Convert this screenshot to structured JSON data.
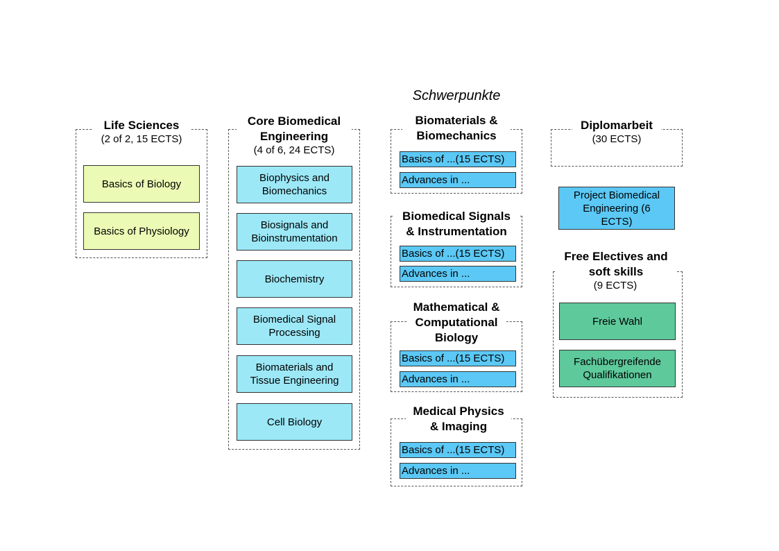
{
  "heading": "Schwerpunkte",
  "life_sciences": {
    "title": "Life Sciences",
    "subtitle": "(2 of 2, 15 ECTS)",
    "items": [
      "Basics of Biology",
      "Basics of Physiology"
    ]
  },
  "core": {
    "title": "Core Biomedical Engineering",
    "subtitle": "(4 of 6, 24 ECTS)",
    "items": [
      "Biophysics and Biomechanics",
      "Biosignals and Bioinstrumentation",
      "Biochemistry",
      "Biomedical Signal Processing",
      "Biomaterials and Tissue Engineering",
      "Cell Biology"
    ]
  },
  "focus": [
    {
      "title": "Biomaterials & Biomechanics",
      "basics": "Basics of ...(15 ECTS)",
      "advances": "Advances in ..."
    },
    {
      "title": "Biomedical Signals & Instrumentation",
      "basics": "Basics of ...(15 ECTS)",
      "advances": "Advances in ..."
    },
    {
      "title": "Mathematical & Computational Biology",
      "basics": "Basics of ...(15 ECTS)",
      "advances": "Advances in ..."
    },
    {
      "title": "Medical Physics & Imaging",
      "basics": "Basics of ...(15 ECTS)",
      "advances": "Advances in ..."
    }
  ],
  "diplomarbeit": {
    "title": "Diplomarbeit",
    "subtitle": "(30 ECTS)"
  },
  "project": "Project Biomedical Engineering (6 ECTS)",
  "free_electives": {
    "title": "Free Electives and soft skills",
    "subtitle": "(9 ECTS)",
    "items": [
      "Freie Wahl",
      "Fachübergreifende Qualifikationen"
    ]
  },
  "colors": {
    "life_sciences": "#ebfbb5",
    "core": "#9ce8f7",
    "focus": "#5bc8f5",
    "electives": "#5ec99b"
  }
}
